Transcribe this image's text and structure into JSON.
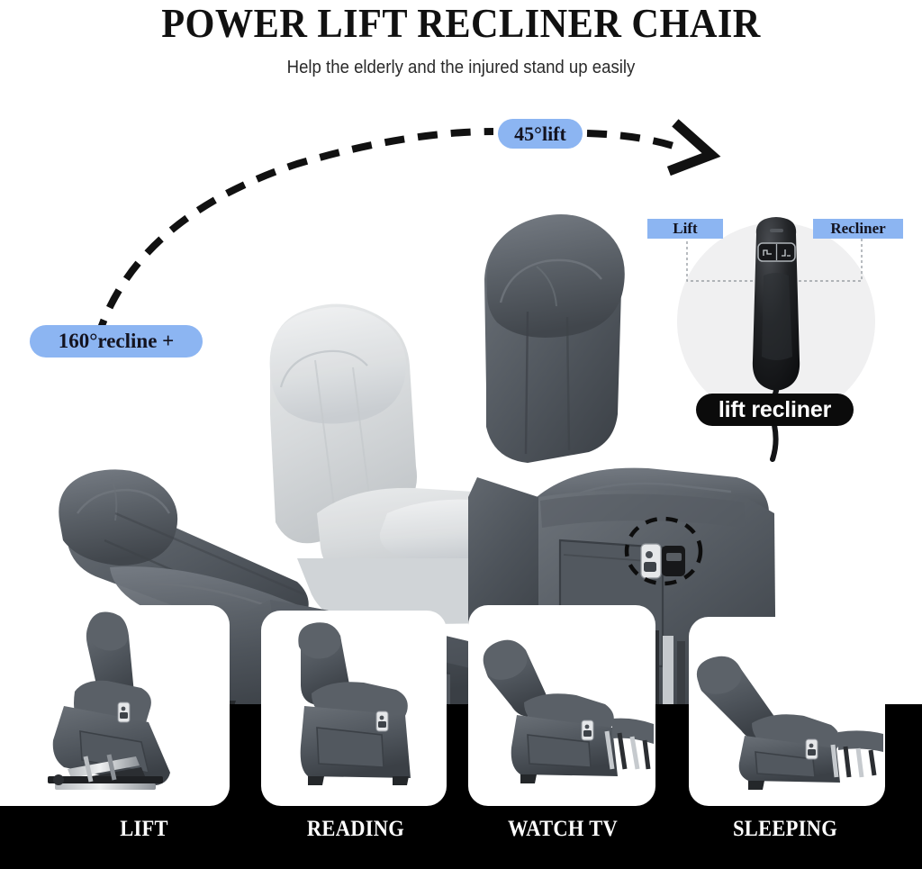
{
  "header": {
    "title": "POWER LIFT RECLINER CHAIR",
    "subtitle": "Help the elderly and the injured stand up easily"
  },
  "badges": {
    "lift_angle": "45°lift",
    "recline_angle": "160°recline +",
    "remote_caption": "lift recliner"
  },
  "remote_callouts": {
    "left_label": "Lift",
    "right_label": "Recliner"
  },
  "positions": [
    {
      "label": "LIFT"
    },
    {
      "label": "READING"
    },
    {
      "label": "WATCH TV"
    },
    {
      "label": "SLEEPING"
    }
  ],
  "colors": {
    "badge_blue": "#8cb5f2",
    "badge_text": "#13131f",
    "band_black": "#000000",
    "fabric_dark": "#4d535a",
    "fabric_ghost": "#d3d6d9",
    "page_background": "#ffffff",
    "remote_body": "#1b1c1e",
    "callout_circle": "#f0f0f1"
  }
}
